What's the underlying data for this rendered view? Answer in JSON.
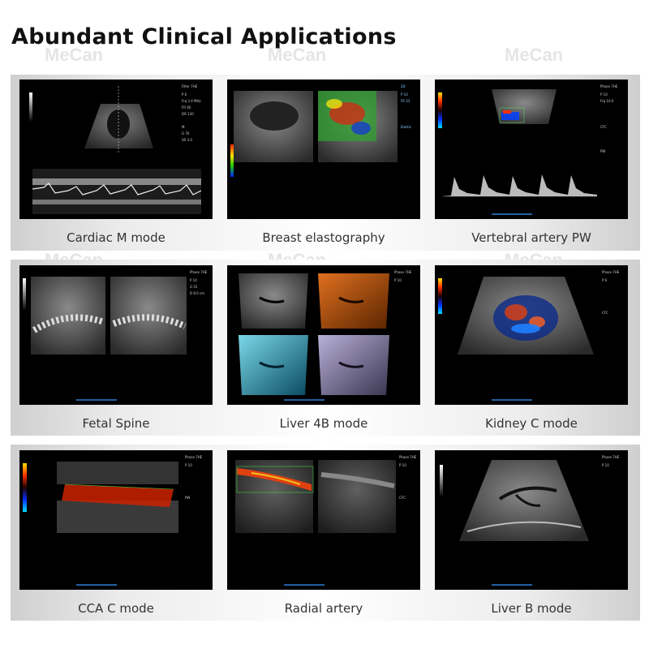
{
  "title": "Abundant Clinical Applications",
  "watermark": "MeCan",
  "panels": [
    {
      "label": "Cardiac M mode"
    },
    {
      "label": "Breast elastography"
    },
    {
      "label": "Vertebral artery PW"
    },
    {
      "label": "Fetal Spine"
    },
    {
      "label": "Liver 4B mode"
    },
    {
      "label": "Kidney C mode"
    },
    {
      "label": "CCA C mode"
    },
    {
      "label": "Radial artery"
    },
    {
      "label": "Liver B mode"
    }
  ]
}
